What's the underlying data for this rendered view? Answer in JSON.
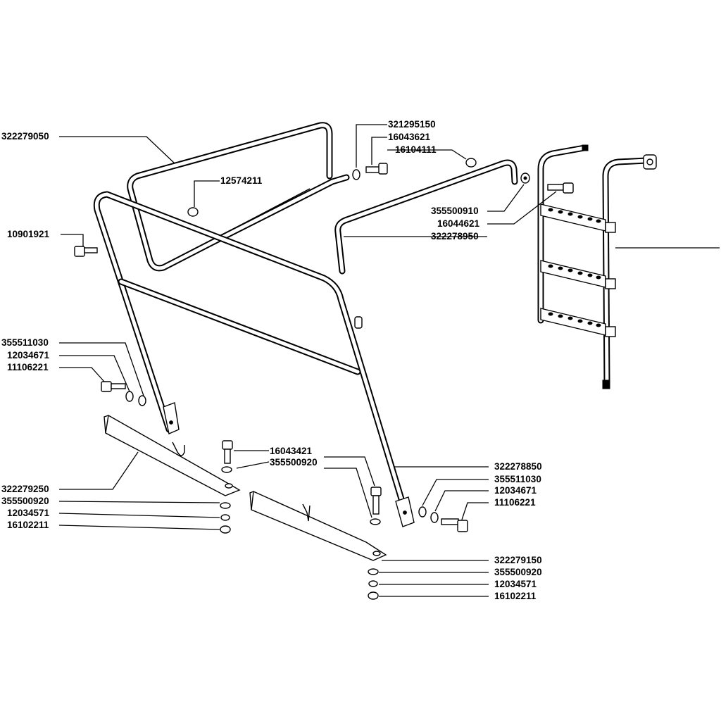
{
  "labels": {
    "frame_upper_rear": "322279050",
    "washer_321295150": "321295150",
    "bolt_16043621": "16043621",
    "nut_16104111": "16104111",
    "nut_12574211": "12574211",
    "bolt_10901921": "10901921",
    "washer_355500910": "355500910",
    "bolt_16044621": "16044621",
    "tube_322278950": "322278950",
    "washer_355511030_l": "355511030",
    "washer_12034671_l": "12034671",
    "bolt_11106221_l": "11106221",
    "bolt_16043421": "16043421",
    "washer_355500920_c": "355500920",
    "bracket_322279250": "322279250",
    "washer_355500920_l": "355500920",
    "washer_12034571_l": "12034571",
    "nut_16102211_l": "16102211",
    "frame_322278850": "322278850",
    "washer_355511030_r": "355511030",
    "washer_12034671_r": "12034671",
    "bolt_11106221_r": "11106221",
    "bracket_322279150": "322279150",
    "washer_355500920_r": "355500920",
    "washer_12034571_r": "12034571",
    "nut_16102211_r": "16102211"
  }
}
